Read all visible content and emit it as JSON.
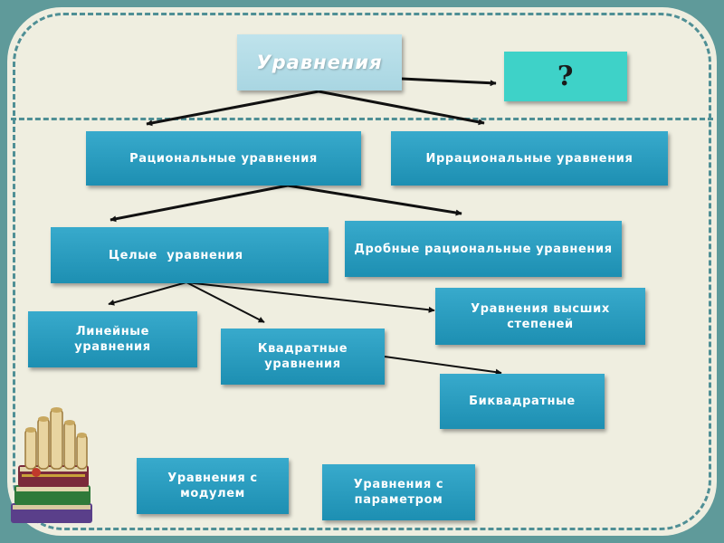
{
  "nodes": {
    "root": "Уравнения",
    "question": "?",
    "rational": "Рациональные уравнения",
    "irrational": "Иррациональные уравнения",
    "whole": "Целые  уравнения",
    "fractional": "Дробные рациональные уравнения",
    "higher_degree": "Уравнения высших степеней",
    "linear": "Линейные уравнения",
    "quadratic": "Квадратные уравнения",
    "biquadratic": "Биквадратные",
    "modulus": "Уравнения с модулем",
    "parameter": "Уравнения с параметром"
  },
  "colors": {
    "background": "#5f9a9a",
    "panel": "#efeee0",
    "dash": "#4f8f95",
    "box": "#1d8fb2",
    "question_box": "#3ed2c8",
    "arrow": "#111111"
  },
  "decor": {
    "corner_image": "books-and-scrolls-icon"
  }
}
